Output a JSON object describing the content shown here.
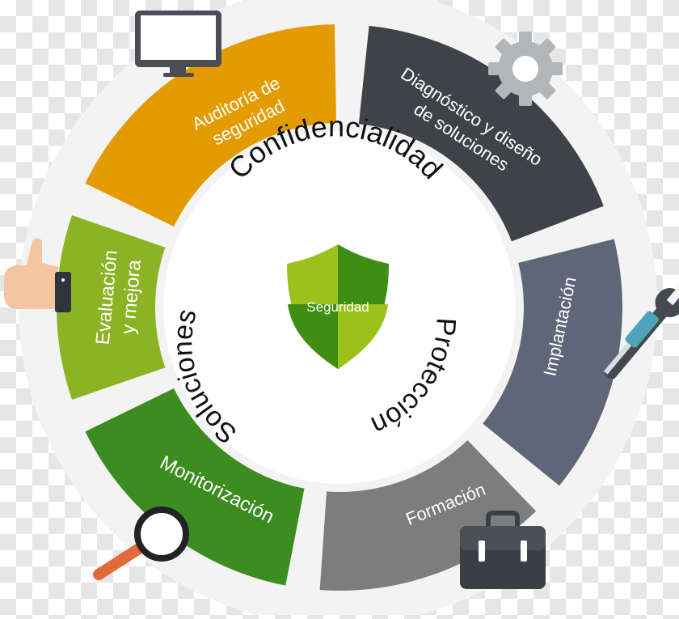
{
  "center": {
    "label": "Seguridad",
    "ring_words": {
      "top": "Confidencialidad",
      "right": "Protección",
      "left": "Soluciones"
    }
  },
  "segments": [
    {
      "key": "auditoria",
      "lines": [
        "Auditoría de",
        "seguridad"
      ],
      "color": "#e39b00",
      "icon": "monitor-icon"
    },
    {
      "key": "diagnostico",
      "lines": [
        "Diagnóstico y diseño",
        "de soluciones"
      ],
      "color": "#3f4347",
      "icon": "gear-icon"
    },
    {
      "key": "implantacion",
      "lines": [
        "Implantación"
      ],
      "color": "#5f6678",
      "icon": "wrench-screwdriver-icon"
    },
    {
      "key": "formacion",
      "lines": [
        "Formación"
      ],
      "color": "#7d7d7d",
      "icon": "briefcase-icon"
    },
    {
      "key": "monitorizacion",
      "lines": [
        "Monitorización"
      ],
      "color": "#3c8d1f",
      "icon": "magnifier-icon"
    },
    {
      "key": "evaluacion",
      "lines": [
        "Evaluación",
        "y mejora"
      ],
      "color": "#8cb323",
      "icon": "thumbs-up-icon"
    }
  ],
  "colors": {
    "ring_bg": "#f3f3f3",
    "shield_light": "#9ac21a",
    "shield_dark": "#3f8d12",
    "text_dark": "#111111"
  }
}
